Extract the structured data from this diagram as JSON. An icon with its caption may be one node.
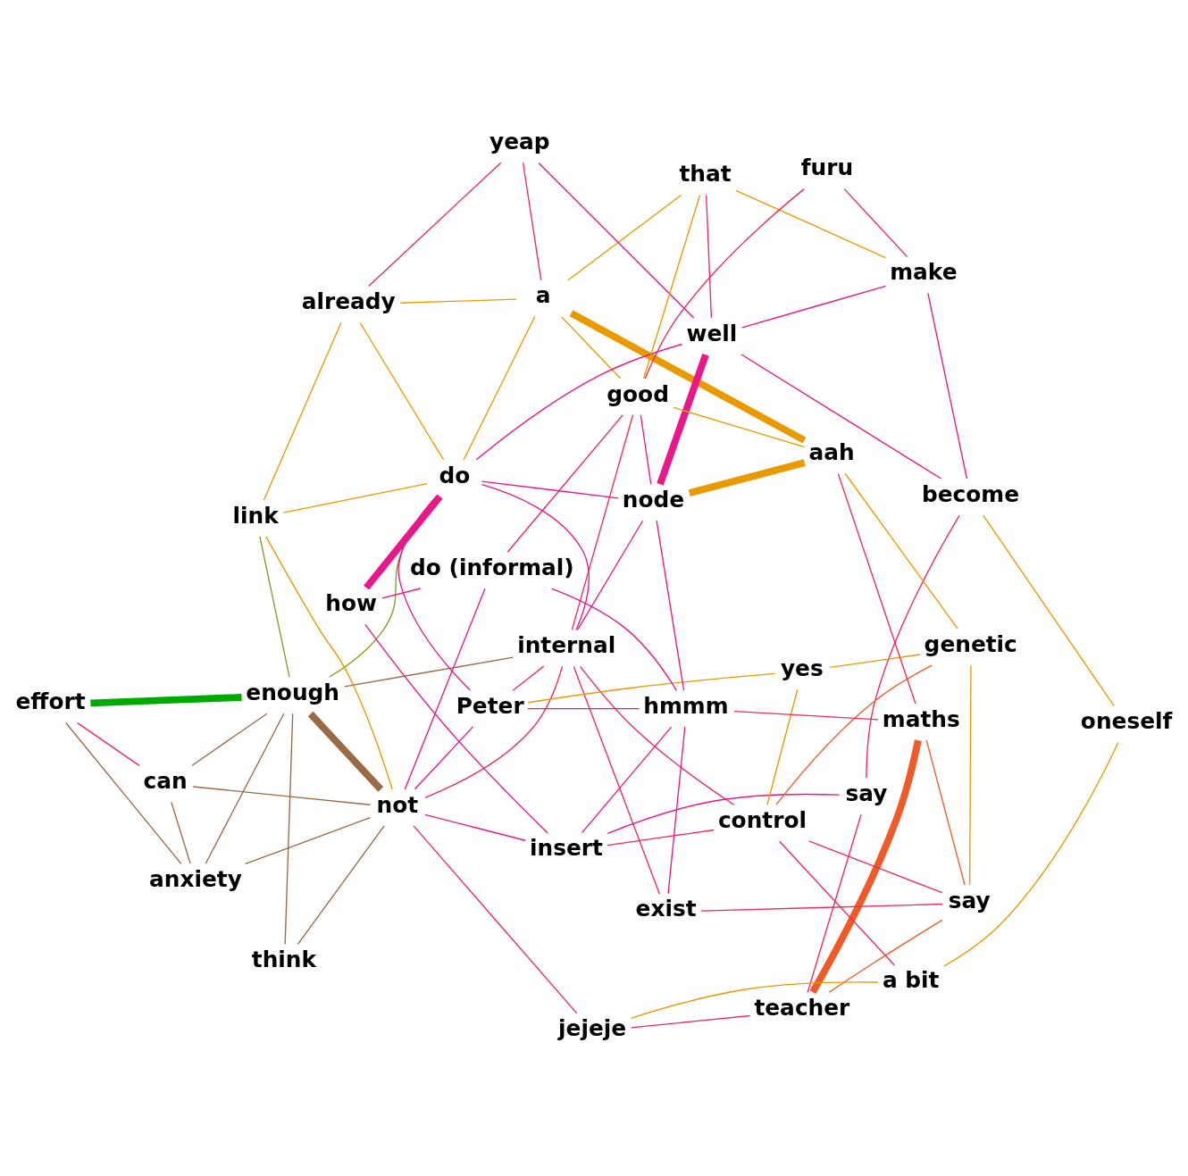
{
  "diagram": {
    "nodes": [
      {
        "text": [
          "enough"
        ]
      },
      {
        "text": [
          "internal"
        ]
      },
      {
        "text": [
          "teacher"
        ]
      },
      {
        "text": [
          "can"
        ]
      },
      {
        "text": [
          "link"
        ]
      },
      {
        "text": [
          "a"
        ]
      },
      {
        "text": [
          "think"
        ]
      },
      {
        "text": [
          "do"
        ]
      },
      {
        "text": [
          "exist"
        ]
      },
      {
        "text": [
          "effort"
        ]
      },
      {
        "text": [
          "say"
        ]
      },
      {
        "text": [
          "anxiety"
        ]
      },
      {
        "text": [
          "a bit"
        ]
      },
      {
        "text": [
          "jejeje"
        ]
      },
      {
        "text": [
          "already"
        ]
      },
      {
        "text": [
          "say"
        ]
      },
      {
        "text": [
          "not"
        ]
      },
      {
        "text": [
          "yes"
        ]
      },
      {
        "text": [
          "Peter"
        ]
      },
      {
        "text": [
          "oneself"
        ]
      },
      {
        "text": [
          "yeap"
        ]
      },
      {
        "text": [
          "insert"
        ]
      },
      {
        "text": [
          "make"
        ]
      },
      {
        "text": [
          "genetic"
        ]
      },
      {
        "text": [
          "control"
        ]
      },
      {
        "text": [
          "become"
        ]
      },
      {
        "text": [
          "hmmm"
        ]
      },
      {
        "text": [
          "how"
        ]
      },
      {
        "text": [
          "well"
        ]
      },
      {
        "text": [
          "that"
        ]
      },
      {
        "text": [
          "do (informal)"
        ]
      },
      {
        "text": [
          "furu"
        ]
      },
      {
        "text": [
          "maths"
        ]
      },
      {
        "text": [
          "good"
        ]
      },
      {
        "text": [
          "node"
        ]
      },
      {
        "text": [
          "aah"
        ]
      }
    ],
    "edges": [
      {
        "from": 0,
        "to": 9,
        "arrow": "none",
        "style": "thick",
        "color": "#00aa00"
      },
      {
        "from": 0,
        "to": 16,
        "arrow": "none",
        "style": "thick",
        "color": "#9b6a45"
      },
      {
        "from": 5,
        "to": 35,
        "arrow": "none",
        "style": "thick",
        "color": "#e89a00"
      },
      {
        "from": 34,
        "to": 35,
        "arrow": "none",
        "style": "thick",
        "color": "#e89a00"
      },
      {
        "from": 7,
        "to": 27,
        "arrow": "none",
        "style": "thick",
        "color": "#e8178a"
      },
      {
        "from": 2,
        "to": 32,
        "arrow": "none",
        "style": "thick",
        "color": "#f05a28"
      },
      {
        "from": 28,
        "to": 34,
        "arrow": "none",
        "style": "thick",
        "color": "#e8178a"
      },
      {
        "from": 0,
        "to": 1,
        "arrow": "none",
        "color": "#9b6a45"
      },
      {
        "from": 0,
        "to": 3,
        "arrow": "none",
        "color": "#9b6a45"
      },
      {
        "from": 0,
        "to": 6,
        "arrow": "none",
        "color": "#9b6a45"
      },
      {
        "from": 0,
        "to": 7,
        "arrow": "none",
        "color": "#8a9a2a"
      },
      {
        "from": 0,
        "to": 4,
        "arrow": "none",
        "color": "#8a9a2a"
      },
      {
        "from": 0,
        "to": 11,
        "arrow": "none",
        "color": "#9b6a45"
      },
      {
        "from": 1,
        "to": 24,
        "arrow": "none"
      },
      {
        "from": 1,
        "to": 16,
        "arrow": "none"
      },
      {
        "from": 1,
        "to": 7,
        "arrow": "none",
        "color": "#e8178a"
      },
      {
        "from": 1,
        "to": 8,
        "arrow": "none"
      },
      {
        "from": 1,
        "to": 18,
        "arrow": "none"
      },
      {
        "from": 1,
        "to": 33,
        "arrow": "none"
      },
      {
        "from": 1,
        "to": 34,
        "arrow": "none",
        "color": "#e8178a"
      },
      {
        "from": 2,
        "to": 15,
        "arrow": "none",
        "color": "#f05a28"
      },
      {
        "from": 2,
        "to": 10,
        "arrow": "none"
      },
      {
        "from": 2,
        "to": 13,
        "arrow": "none"
      },
      {
        "from": 3,
        "to": 11,
        "arrow": "none",
        "color": "#9b6a45"
      },
      {
        "from": 3,
        "to": 16,
        "arrow": "none",
        "color": "#9b6a45"
      },
      {
        "from": 3,
        "to": 9,
        "arrow": "none"
      },
      {
        "from": 4,
        "to": 7,
        "arrow": "none",
        "color": "#e89a00"
      },
      {
        "from": 4,
        "to": 16,
        "arrow": "none",
        "color": "#e89a00"
      },
      {
        "from": 4,
        "to": 14,
        "arrow": "none",
        "color": "#e89a00"
      },
      {
        "from": 5,
        "to": 7,
        "arrow": "none",
        "color": "#e89a00"
      },
      {
        "from": 5,
        "to": 14,
        "arrow": "none",
        "color": "#e89a00"
      },
      {
        "from": 5,
        "to": 33,
        "arrow": "none",
        "color": "#e89a00"
      },
      {
        "from": 5,
        "to": 29,
        "arrow": "none",
        "color": "#e89a00"
      },
      {
        "from": 5,
        "to": 20,
        "arrow": "none"
      },
      {
        "from": 6,
        "to": 16,
        "arrow": "none",
        "color": "#9b6a45"
      },
      {
        "from": 7,
        "to": 34,
        "arrow": "none",
        "color": "#e8178a"
      },
      {
        "from": 7,
        "to": 28,
        "arrow": "none",
        "color": "#e8178a"
      },
      {
        "from": 7,
        "to": 14,
        "arrow": "none",
        "color": "#e89a00"
      },
      {
        "from": 7,
        "to": 18,
        "arrow": "none",
        "color": "#e8178a"
      },
      {
        "from": 8,
        "to": 15,
        "arrow": "none"
      },
      {
        "from": 8,
        "to": 26,
        "arrow": "none",
        "color": "#e8178a"
      },
      {
        "from": 9,
        "to": 11,
        "arrow": "none",
        "color": "#9b6a45"
      },
      {
        "from": 10,
        "to": 21,
        "arrow": "none",
        "color": "#e8178a"
      },
      {
        "from": 10,
        "to": 25,
        "arrow": "none"
      },
      {
        "from": 11,
        "to": 16,
        "arrow": "none",
        "color": "#9b6a45"
      },
      {
        "from": 12,
        "to": 19,
        "arrow": "none",
        "color": "#e89a00"
      },
      {
        "from": 12,
        "to": 13,
        "arrow": "none",
        "color": "#e89a00"
      },
      {
        "from": 13,
        "to": 16,
        "arrow": "none"
      },
      {
        "from": 14,
        "to": 20,
        "arrow": "none"
      },
      {
        "from": 15,
        "to": 32,
        "arrow": "none",
        "color": "#f05a28"
      },
      {
        "from": 15,
        "to": 23,
        "arrow": "none",
        "color": "#e89a00"
      },
      {
        "from": 16,
        "to": 21,
        "arrow": "none",
        "color": "#e8178a"
      },
      {
        "from": 16,
        "to": 30,
        "arrow": "none",
        "color": "#e8178a"
      },
      {
        "from": 17,
        "to": 18,
        "arrow": "none",
        "color": "#e89a00"
      },
      {
        "from": 17,
        "to": 23,
        "arrow": "none",
        "color": "#e89a00"
      },
      {
        "from": 18,
        "to": 26,
        "arrow": "none",
        "color": "#e8178a"
      },
      {
        "from": 18,
        "to": 16,
        "arrow": "none",
        "color": "#e8178a"
      },
      {
        "from": 19,
        "to": 25,
        "arrow": "none",
        "color": "#e89a00"
      },
      {
        "from": 20,
        "to": 28,
        "arrow": "none",
        "color": "#e8178a"
      },
      {
        "from": 21,
        "to": 27,
        "arrow": "none",
        "color": "#e8178a"
      },
      {
        "from": 21,
        "to": 26,
        "arrow": "none",
        "color": "#e8178a"
      },
      {
        "from": 22,
        "to": 25,
        "arrow": "none",
        "color": "#e8178a"
      },
      {
        "from": 22,
        "to": 28,
        "arrow": "none",
        "color": "#e8178a"
      },
      {
        "from": 22,
        "to": 31,
        "arrow": "none"
      },
      {
        "from": 22,
        "to": 29,
        "arrow": "none",
        "color": "#e89a00"
      },
      {
        "from": 24,
        "to": 23,
        "arrow": "none",
        "color": "#f05a28"
      },
      {
        "from": 24,
        "to": 12,
        "arrow": "none"
      },
      {
        "from": 24,
        "to": 15,
        "arrow": "none"
      },
      {
        "from": 24,
        "to": 21,
        "arrow": "none"
      },
      {
        "from": 24,
        "to": 17,
        "arrow": "none",
        "color": "#e89a00"
      },
      {
        "from": 25,
        "to": 28,
        "arrow": "none",
        "color": "#e8178a"
      },
      {
        "from": 26,
        "to": 32,
        "arrow": "none"
      },
      {
        "from": 26,
        "to": 30,
        "arrow": "none",
        "color": "#e8178a"
      },
      {
        "from": 26,
        "to": 34,
        "arrow": "none",
        "color": "#e8178a"
      },
      {
        "from": 27,
        "to": 30,
        "arrow": "none",
        "color": "#e8178a"
      },
      {
        "from": 29,
        "to": 33,
        "arrow": "none",
        "color": "#e89a00"
      },
      {
        "from": 29,
        "to": 28,
        "arrow": "none"
      },
      {
        "from": 30,
        "to": 33,
        "arrow": "none"
      },
      {
        "from": 31,
        "to": 33,
        "arrow": "none"
      },
      {
        "from": 32,
        "to": 35,
        "arrow": "none"
      },
      {
        "from": 33,
        "to": 35,
        "arrow": "none",
        "color": "#e89a00"
      },
      {
        "from": 23,
        "to": 35,
        "arrow": "none",
        "color": "#e89a00"
      },
      {
        "from": 34,
        "to": 33,
        "arrow": "none",
        "color": "#e8178a"
      }
    ]
  }
}
